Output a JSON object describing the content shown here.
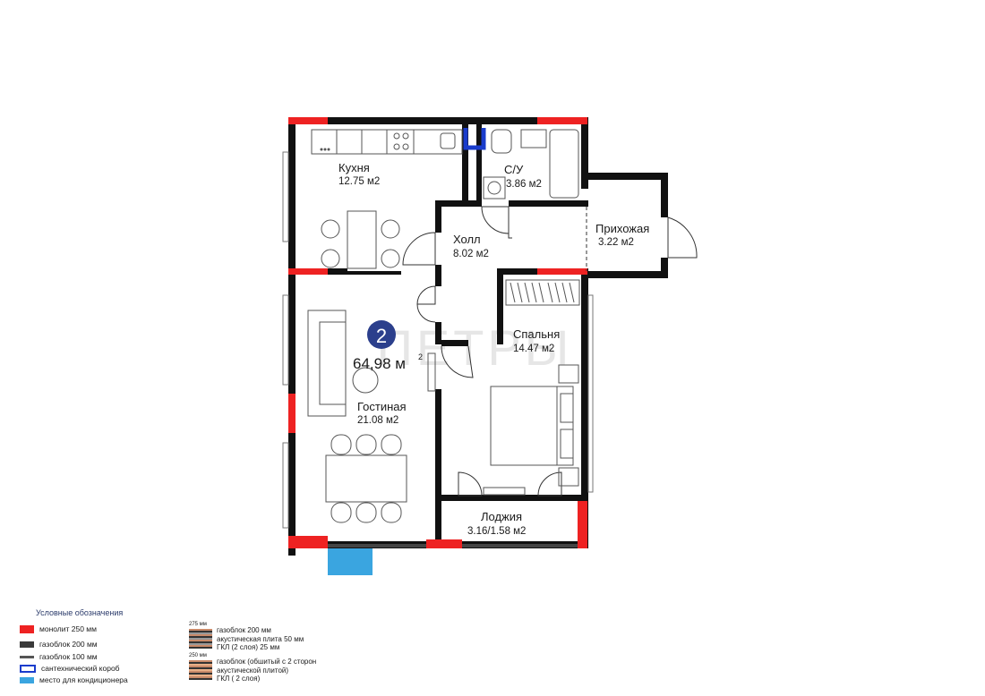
{
  "total": {
    "number": "2",
    "area": "64,98 м",
    "sup": "2"
  },
  "watermark": "ПЕТРЫ",
  "rooms": {
    "kitchen": {
      "name": "Кухня",
      "area": "12.75 м2"
    },
    "bath": {
      "name": "С/У",
      "area": "3.86 м2"
    },
    "hall": {
      "name": "Холл",
      "area": "8.02 м2"
    },
    "entry": {
      "name": "Прихожая",
      "area": "3.22 м2"
    },
    "bedroom": {
      "name": "Спальня",
      "area": "14.47 м2"
    },
    "living": {
      "name": "Гостиная",
      "area": "21.08 м2"
    },
    "loggia": {
      "name": "Лоджия",
      "area": "3.16/1.58 м2"
    }
  },
  "legend": {
    "title": "Условные обозначения",
    "items": [
      {
        "label": "монолит 250 мм",
        "color": "#ee2222"
      },
      {
        "label": "газоблок 200 мм",
        "color": "#3a3a3a"
      },
      {
        "label": "газоблок 100 мм",
        "color": "#555555"
      },
      {
        "label": "сантехнический короб",
        "color": "#1a3ccc"
      },
      {
        "label": "место для кондиционера",
        "color": "#3aa5e0"
      }
    ],
    "materials": [
      {
        "dim": "275 мм",
        "lines": [
          "газоблок 200 мм",
          "акустическая плита 50 мм",
          "ГКЛ (2 слоя) 25 мм"
        ]
      },
      {
        "dim": "250 мм",
        "lines": [
          "газоблок (обшитый с 2 сторон",
          "акустической плитой)",
          "ГКЛ ( 2 слоя)"
        ]
      }
    ]
  },
  "colors": {
    "monolith": "#ee2222",
    "wall": "#111111",
    "duct": "#1a3ccc",
    "ac": "#3aa5e0",
    "badge": "#2b3f8c"
  }
}
